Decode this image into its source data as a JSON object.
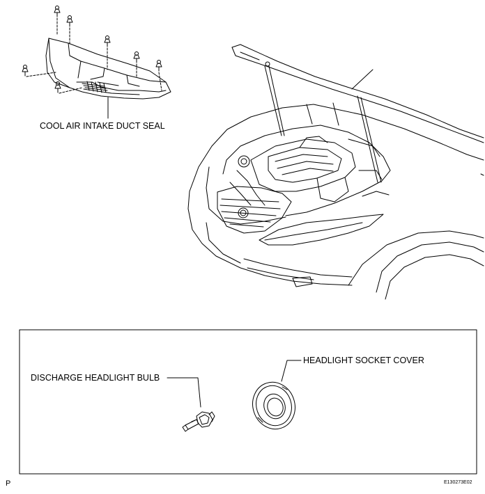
{
  "labels": {
    "cool_air_duct_seal": "COOL AIR INTAKE DUCT SEAL",
    "discharge_bulb": "DISCHARGE HEADLIGHT BULB",
    "socket_cover": "HEADLIGHT SOCKET COVER"
  },
  "footer": {
    "page_mark": "P",
    "figure_code": "E130273E02"
  }
}
